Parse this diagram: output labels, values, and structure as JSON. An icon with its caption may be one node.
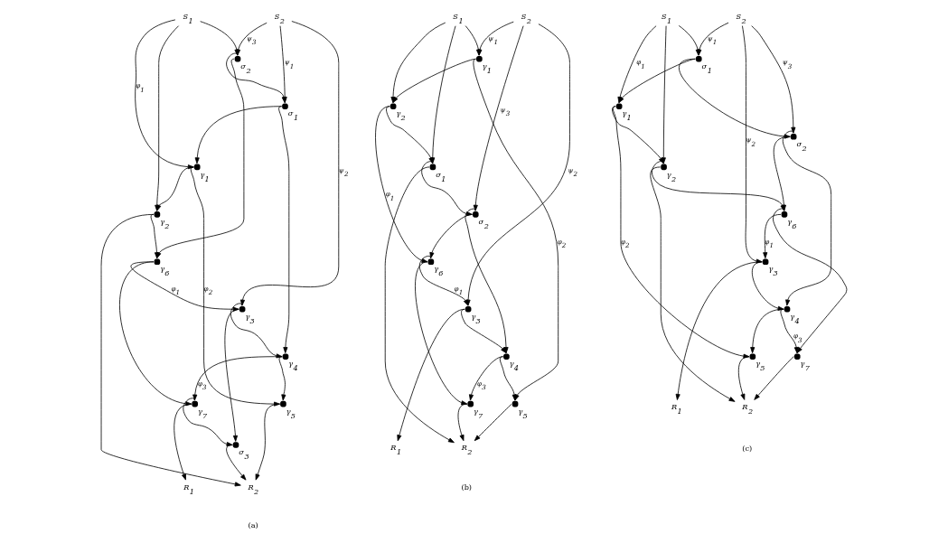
{
  "diagram": {
    "nodes": [
      {
        "text": [
          "S$_{1}$"
        ]
      },
      {
        "text": [
          "S$_{2}$"
        ]
      },
      {
        "text": [],
        "shape": "circle",
        "beside": [
          "σ$_{1}$"
        ]
      },
      {
        "text": [],
        "shape": "circle",
        "beside": [
          "γ$_{1}$"
        ]
      },
      {
        "text": [],
        "shape": "circle",
        "beside": [
          "γ$_{2}$"
        ]
      },
      {
        "text": [],
        "shape": "circle",
        "beside": [
          "σ$_{2}$"
        ]
      },
      {
        "text": [],
        "shape": "circle",
        "beside": [
          "γ$_{6}$"
        ]
      },
      {
        "text": [],
        "shape": "circle",
        "beside": [
          "γ$_{3}$"
        ]
      },
      {
        "text": [],
        "shape": "circle",
        "beside": [
          "γ$_{4}$"
        ]
      },
      {
        "text": [],
        "shape": "circle",
        "beside": [
          "γ$_{5}$"
        ]
      },
      {
        "text": [],
        "shape": "circle",
        "beside": [
          "γ$_{7}$"
        ]
      },
      {
        "text": [],
        "shape": "circle",
        "beside": [
          "σ$_{3}$"
        ]
      },
      {
        "text": [
          "R$_{1}$"
        ]
      },
      {
        "text": [
          "R$_{2}$"
        ]
      },
      {
        "text": [
          "S$_{1}$"
        ]
      },
      {
        "text": [
          "S$_{2}$"
        ]
      },
      {
        "text": [],
        "shape": "circle",
        "beside": [
          "γ$_{1}$"
        ]
      },
      {
        "text": [],
        "shape": "circle",
        "beside": [
          "γ$_{2}$"
        ]
      },
      {
        "text": [],
        "shape": "circle",
        "beside": [
          "σ$_{1}$"
        ]
      },
      {
        "text": [],
        "shape": "circle",
        "beside": [
          "σ$_{2}$"
        ]
      },
      {
        "text": [],
        "shape": "circle",
        "beside": [
          "γ$_{6}$"
        ]
      },
      {
        "text": [],
        "shape": "circle",
        "beside": [
          "γ$_{3}$"
        ]
      },
      {
        "text": [],
        "shape": "circle",
        "beside": [
          "γ$_{4}$"
        ]
      },
      {
        "text": [],
        "shape": "circle",
        "beside": [
          "γ$_{5}$"
        ]
      },
      {
        "text": [],
        "shape": "circle",
        "beside": [
          "γ$_{7}$"
        ]
      },
      {
        "text": [
          "R$_{1}$"
        ]
      },
      {
        "text": [
          "R$_{2}$"
        ]
      },
      {
        "text": [
          "S$_{1}$"
        ]
      },
      {
        "text": [
          "S$_{2}$"
        ]
      },
      {
        "text": [],
        "shape": "circle",
        "beside": [
          "σ$_{1}$"
        ]
      },
      {
        "text": [],
        "shape": "circle",
        "beside": [
          "γ$_{1}$"
        ]
      },
      {
        "text": [],
        "shape": "circle",
        "beside": [
          "γ$_{2}$"
        ]
      },
      {
        "text": [],
        "shape": "circle",
        "beside": [
          "σ$_{2}$"
        ]
      },
      {
        "text": [],
        "shape": "circle",
        "beside": [
          "γ$_{6}$"
        ]
      },
      {
        "text": [],
        "shape": "circle",
        "beside": [
          "γ$_{3}$"
        ]
      },
      {
        "text": [],
        "shape": "circle",
        "beside": [
          "γ$_{4}$"
        ]
      },
      {
        "text": [],
        "shape": "circle",
        "beside": [
          "γ$_{5}$"
        ]
      },
      {
        "text": [],
        "shape": "circle",
        "beside": [
          "γ$_{7}$"
        ]
      },
      {
        "text": [
          "R$_{1}$"
        ]
      },
      {
        "text": [
          "R$_{2}$"
        ]
      }
    ],
    "edges": [
      {
        "from": 0,
        "to": 5,
        "arrow": "to"
      },
      {
        "from": 0,
        "to": 3,
        "arrow": "to",
        "label": "φ$_{1}$"
      },
      {
        "from": 0,
        "to": 4,
        "arrow": "to"
      },
      {
        "from": 1,
        "to": 2,
        "arrow": "to",
        "label": "ψ$_{1}$"
      },
      {
        "from": 1,
        "to": 7,
        "arrow": "to",
        "label": "ψ$_{2}$"
      },
      {
        "from": 1,
        "to": 5,
        "arrow": "to",
        "label": "ψ$_{3}$"
      },
      {
        "from": 5,
        "to": 2,
        "arrow": "to"
      },
      {
        "from": 2,
        "to": 3,
        "arrow": "to"
      },
      {
        "from": 3,
        "to": 4,
        "arrow": "to"
      },
      {
        "from": 2,
        "to": 8,
        "arrow": "to"
      },
      {
        "from": 3,
        "to": 9,
        "arrow": "to",
        "label": "φ$_{2}$"
      },
      {
        "from": 4,
        "to": 6,
        "arrow": "to"
      },
      {
        "from": 5,
        "to": 6,
        "arrow": "to"
      },
      {
        "from": 6,
        "to": 7,
        "arrow": "to",
        "label": "φ$_{1}$"
      },
      {
        "from": 6,
        "to": 10,
        "arrow": "to"
      },
      {
        "from": 10,
        "to": 11,
        "arrow": "to"
      },
      {
        "from": 7,
        "to": 8,
        "arrow": "to"
      },
      {
        "from": 8,
        "to": 9,
        "arrow": "to"
      },
      {
        "from": 7,
        "to": 11,
        "arrow": "to"
      },
      {
        "from": 8,
        "to": 10,
        "arrow": "to",
        "label": "φ$_{3}$"
      },
      {
        "from": 10,
        "to": 12,
        "arrow": "to"
      },
      {
        "from": 4,
        "to": 13,
        "arrow": "to"
      },
      {
        "from": 9,
        "to": 13,
        "arrow": "to"
      },
      {
        "from": 11,
        "to": 13,
        "arrow": "to"
      },
      {
        "from": 14,
        "to": 16,
        "arrow": "to"
      },
      {
        "from": 14,
        "to": 17,
        "arrow": "to"
      },
      {
        "from": 14,
        "to": 18,
        "arrow": "to"
      },
      {
        "from": 15,
        "to": 16,
        "arrow": "to",
        "label": "ψ$_{1}$"
      },
      {
        "from": 15,
        "to": 21,
        "arrow": "to",
        "label": "ψ$_{2}$"
      },
      {
        "from": 15,
        "to": 19,
        "arrow": "to",
        "label": "ψ$_{3}$"
      },
      {
        "from": 16,
        "to": 17,
        "arrow": "to"
      },
      {
        "from": 17,
        "to": 18,
        "arrow": "to"
      },
      {
        "from": 16,
        "to": 23,
        "arrow": "to",
        "label": "φ$_{2}$"
      },
      {
        "from": 17,
        "to": 20,
        "arrow": "to",
        "label": "φ$_{1}$"
      },
      {
        "from": 18,
        "to": 19,
        "arrow": "to"
      },
      {
        "from": 19,
        "to": 20,
        "arrow": "to"
      },
      {
        "from": 19,
        "to": 22,
        "arrow": "to"
      },
      {
        "from": 20,
        "to": 21,
        "arrow": "to",
        "label": "φ$_{1}$"
      },
      {
        "from": 20,
        "to": 24,
        "arrow": "to"
      },
      {
        "from": 21,
        "to": 22,
        "arrow": "to"
      },
      {
        "from": 22,
        "to": 23,
        "arrow": "to"
      },
      {
        "from": 21,
        "to": 25,
        "arrow": "to"
      },
      {
        "from": 22,
        "to": 24,
        "arrow": "to",
        "label": "φ$_{3}$"
      },
      {
        "from": 18,
        "to": 26,
        "arrow": "to"
      },
      {
        "from": 23,
        "to": 26,
        "arrow": "to"
      },
      {
        "from": 24,
        "to": 26,
        "arrow": "to"
      },
      {
        "from": 27,
        "to": 29,
        "arrow": "to"
      },
      {
        "from": 27,
        "to": 30,
        "arrow": "to",
        "label": "φ$_{1}$"
      },
      {
        "from": 27,
        "to": 31,
        "arrow": "to"
      },
      {
        "from": 28,
        "to": 29,
        "arrow": "to",
        "label": "ψ$_{1}$"
      },
      {
        "from": 28,
        "to": 34,
        "arrow": "to",
        "label": "ψ$_{2}$"
      },
      {
        "from": 28,
        "to": 32,
        "arrow": "to",
        "label": "ψ$_{3}$"
      },
      {
        "from": 29,
        "to": 30,
        "arrow": "to"
      },
      {
        "from": 30,
        "to": 31,
        "arrow": "to"
      },
      {
        "from": 29,
        "to": 32,
        "arrow": "to"
      },
      {
        "from": 30,
        "to": 36,
        "arrow": "to",
        "label": "φ$_{2}$"
      },
      {
        "from": 31,
        "to": 33,
        "arrow": "to"
      },
      {
        "from": 32,
        "to": 33,
        "arrow": "to"
      },
      {
        "from": 32,
        "to": 35,
        "arrow": "to"
      },
      {
        "from": 33,
        "to": 34,
        "arrow": "to",
        "label": "φ$_{1}$"
      },
      {
        "from": 33,
        "to": 37,
        "arrow": "to"
      },
      {
        "from": 34,
        "to": 35,
        "arrow": "to"
      },
      {
        "from": 35,
        "to": 36,
        "arrow": "to"
      },
      {
        "from": 34,
        "to": 38,
        "arrow": "to"
      },
      {
        "from": 35,
        "to": 37,
        "arrow": "to",
        "label": "φ$_{3}$"
      },
      {
        "from": 31,
        "to": 39,
        "arrow": "to"
      },
      {
        "from": 36,
        "to": 39,
        "arrow": "to"
      },
      {
        "from": 37,
        "to": 39,
        "arrow": "to"
      }
    ],
    "labels": [
      "(a)",
      "(b)",
      "(c)"
    ]
  }
}
